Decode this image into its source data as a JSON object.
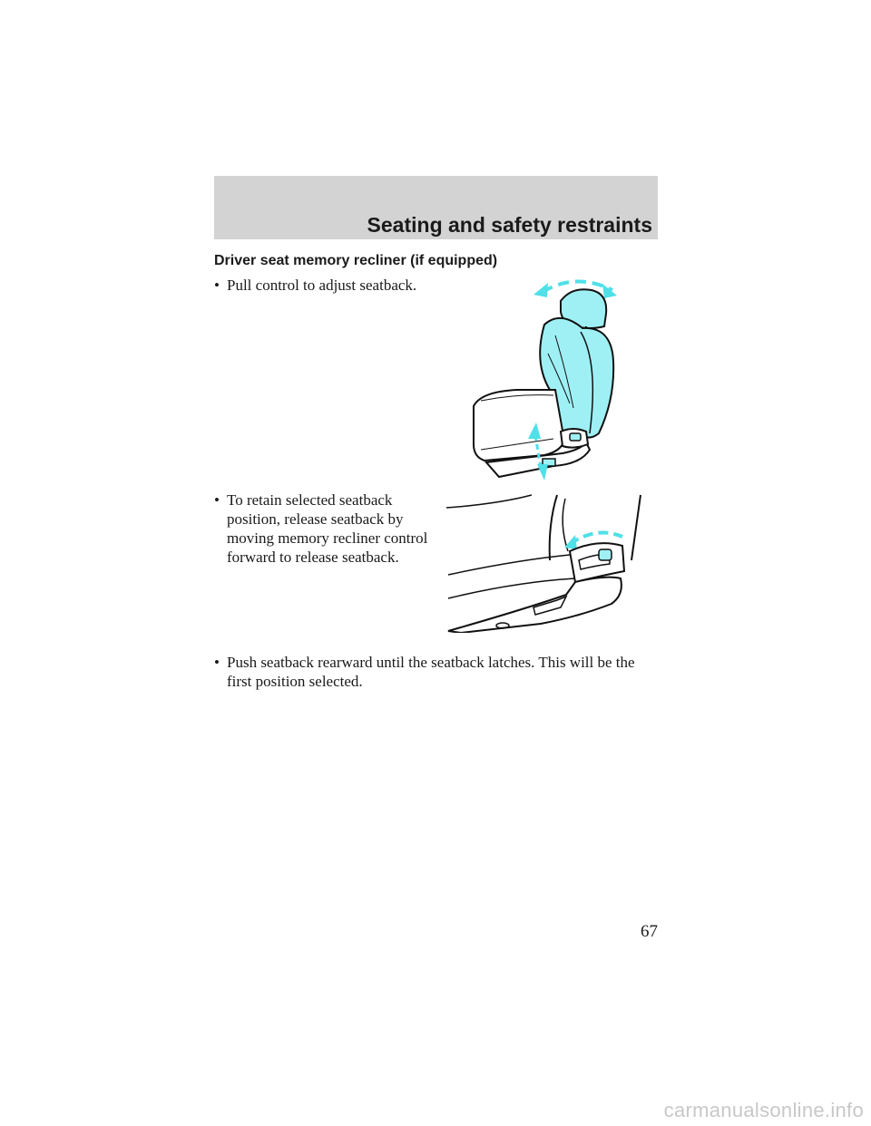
{
  "header": {
    "title": "Seating and safety restraints"
  },
  "section": {
    "heading": "Driver seat memory recliner (if equipped)"
  },
  "bullets": [
    {
      "marker": "•",
      "text": "Pull control to adjust seatback."
    },
    {
      "marker": "•",
      "text": "To retain selected seatback\nposition, release seatback by\nmoving memory recliner control\nforward to release seatback."
    },
    {
      "marker": "•",
      "text": "Push seatback rearward until the seatback latches. This will be the\nfirst position selected."
    }
  ],
  "figures": [
    {
      "icon": "seat-recline-illustration-icon"
    },
    {
      "icon": "recliner-control-closeup-icon"
    }
  ],
  "colors": {
    "accent": "#4fe0e8",
    "header_band": "#d3d3d3"
  },
  "page": {
    "number": "67"
  },
  "watermark": {
    "text": "carmanualsonline.info"
  }
}
